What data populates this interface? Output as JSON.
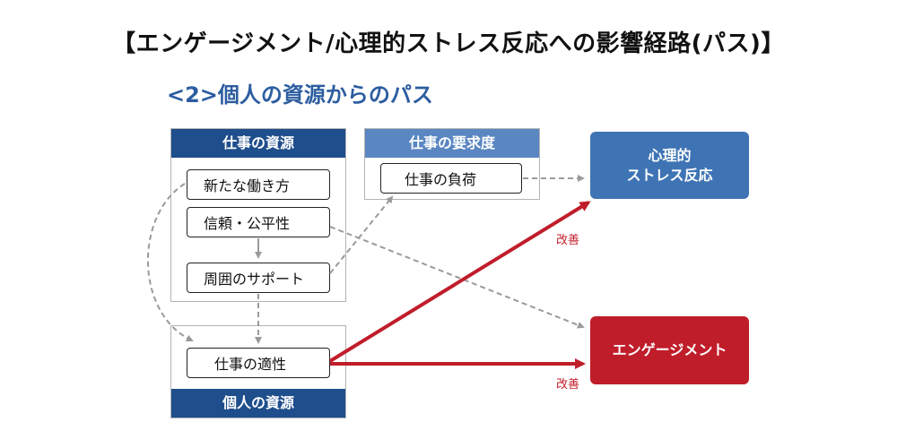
{
  "title": "【エンゲージメント/心理的ストレス反応への影響経路(パス)】",
  "subtitle": "<2>個人の資源からのパス",
  "job_resources": {
    "header": "仕事の資源",
    "items": [
      "新たな働き方",
      "信頼・公平性",
      "周囲のサポート"
    ]
  },
  "job_demands": {
    "header": "仕事の要求度",
    "items": [
      "仕事の負荷"
    ]
  },
  "personal_resources": {
    "header": "個人の資源",
    "items": [
      "仕事の適性"
    ]
  },
  "outcomes": {
    "stress": "心理的\nストレス反応",
    "engagement": "エンゲージメント"
  },
  "annotations": {
    "improve_upper": "改善",
    "improve_lower": "改善"
  },
  "colors": {
    "header_dark": "#1f4e8c",
    "header_mid": "#5a86c2",
    "stress_box": "#3e74b4",
    "engagement_box": "#c01d2a",
    "highlight_arrow": "#c01d2a",
    "dashed_arrow": "#9a9a9a",
    "subtitle": "#2d5da0"
  }
}
